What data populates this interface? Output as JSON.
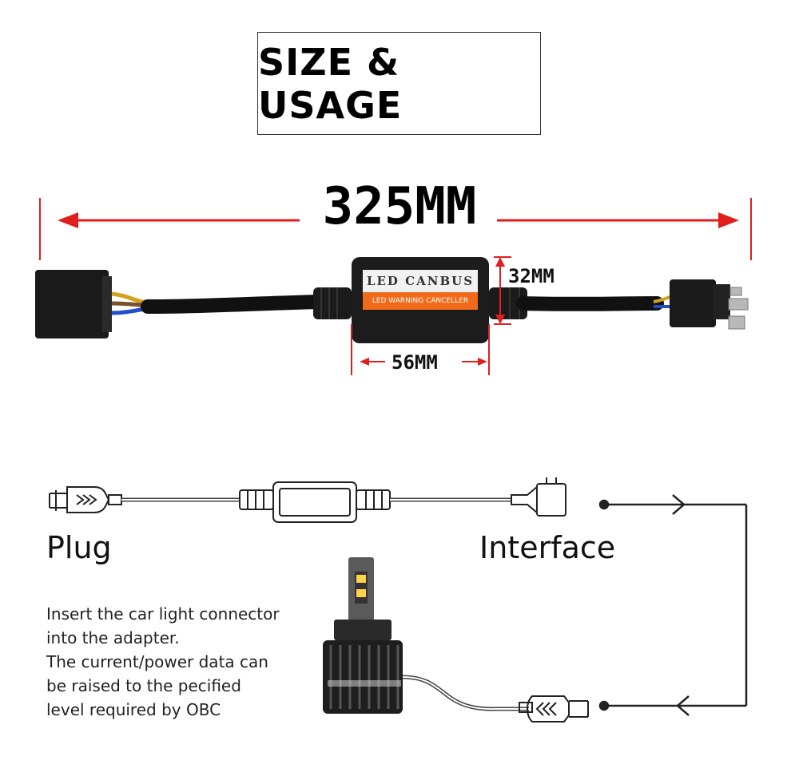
{
  "header": {
    "title": "SIZE & USAGE"
  },
  "dimensions": {
    "length": "325MM",
    "height": "32MM",
    "width": "56MM"
  },
  "module": {
    "brand": "LED CANBUS",
    "subtitle": "LED WARNING CANCELLER"
  },
  "usage": {
    "plug_label": "Plug",
    "interface_label": "Interface",
    "instructions": [
      "Insert the car light connector",
      "into the adapter.",
      "The current/power data can",
      "be raised to the pecified",
      "level required by OBC"
    ]
  },
  "colors": {
    "arrow_red": "#e01e1e",
    "box_orange": "#f06a1a",
    "cable_black": "#111111"
  }
}
